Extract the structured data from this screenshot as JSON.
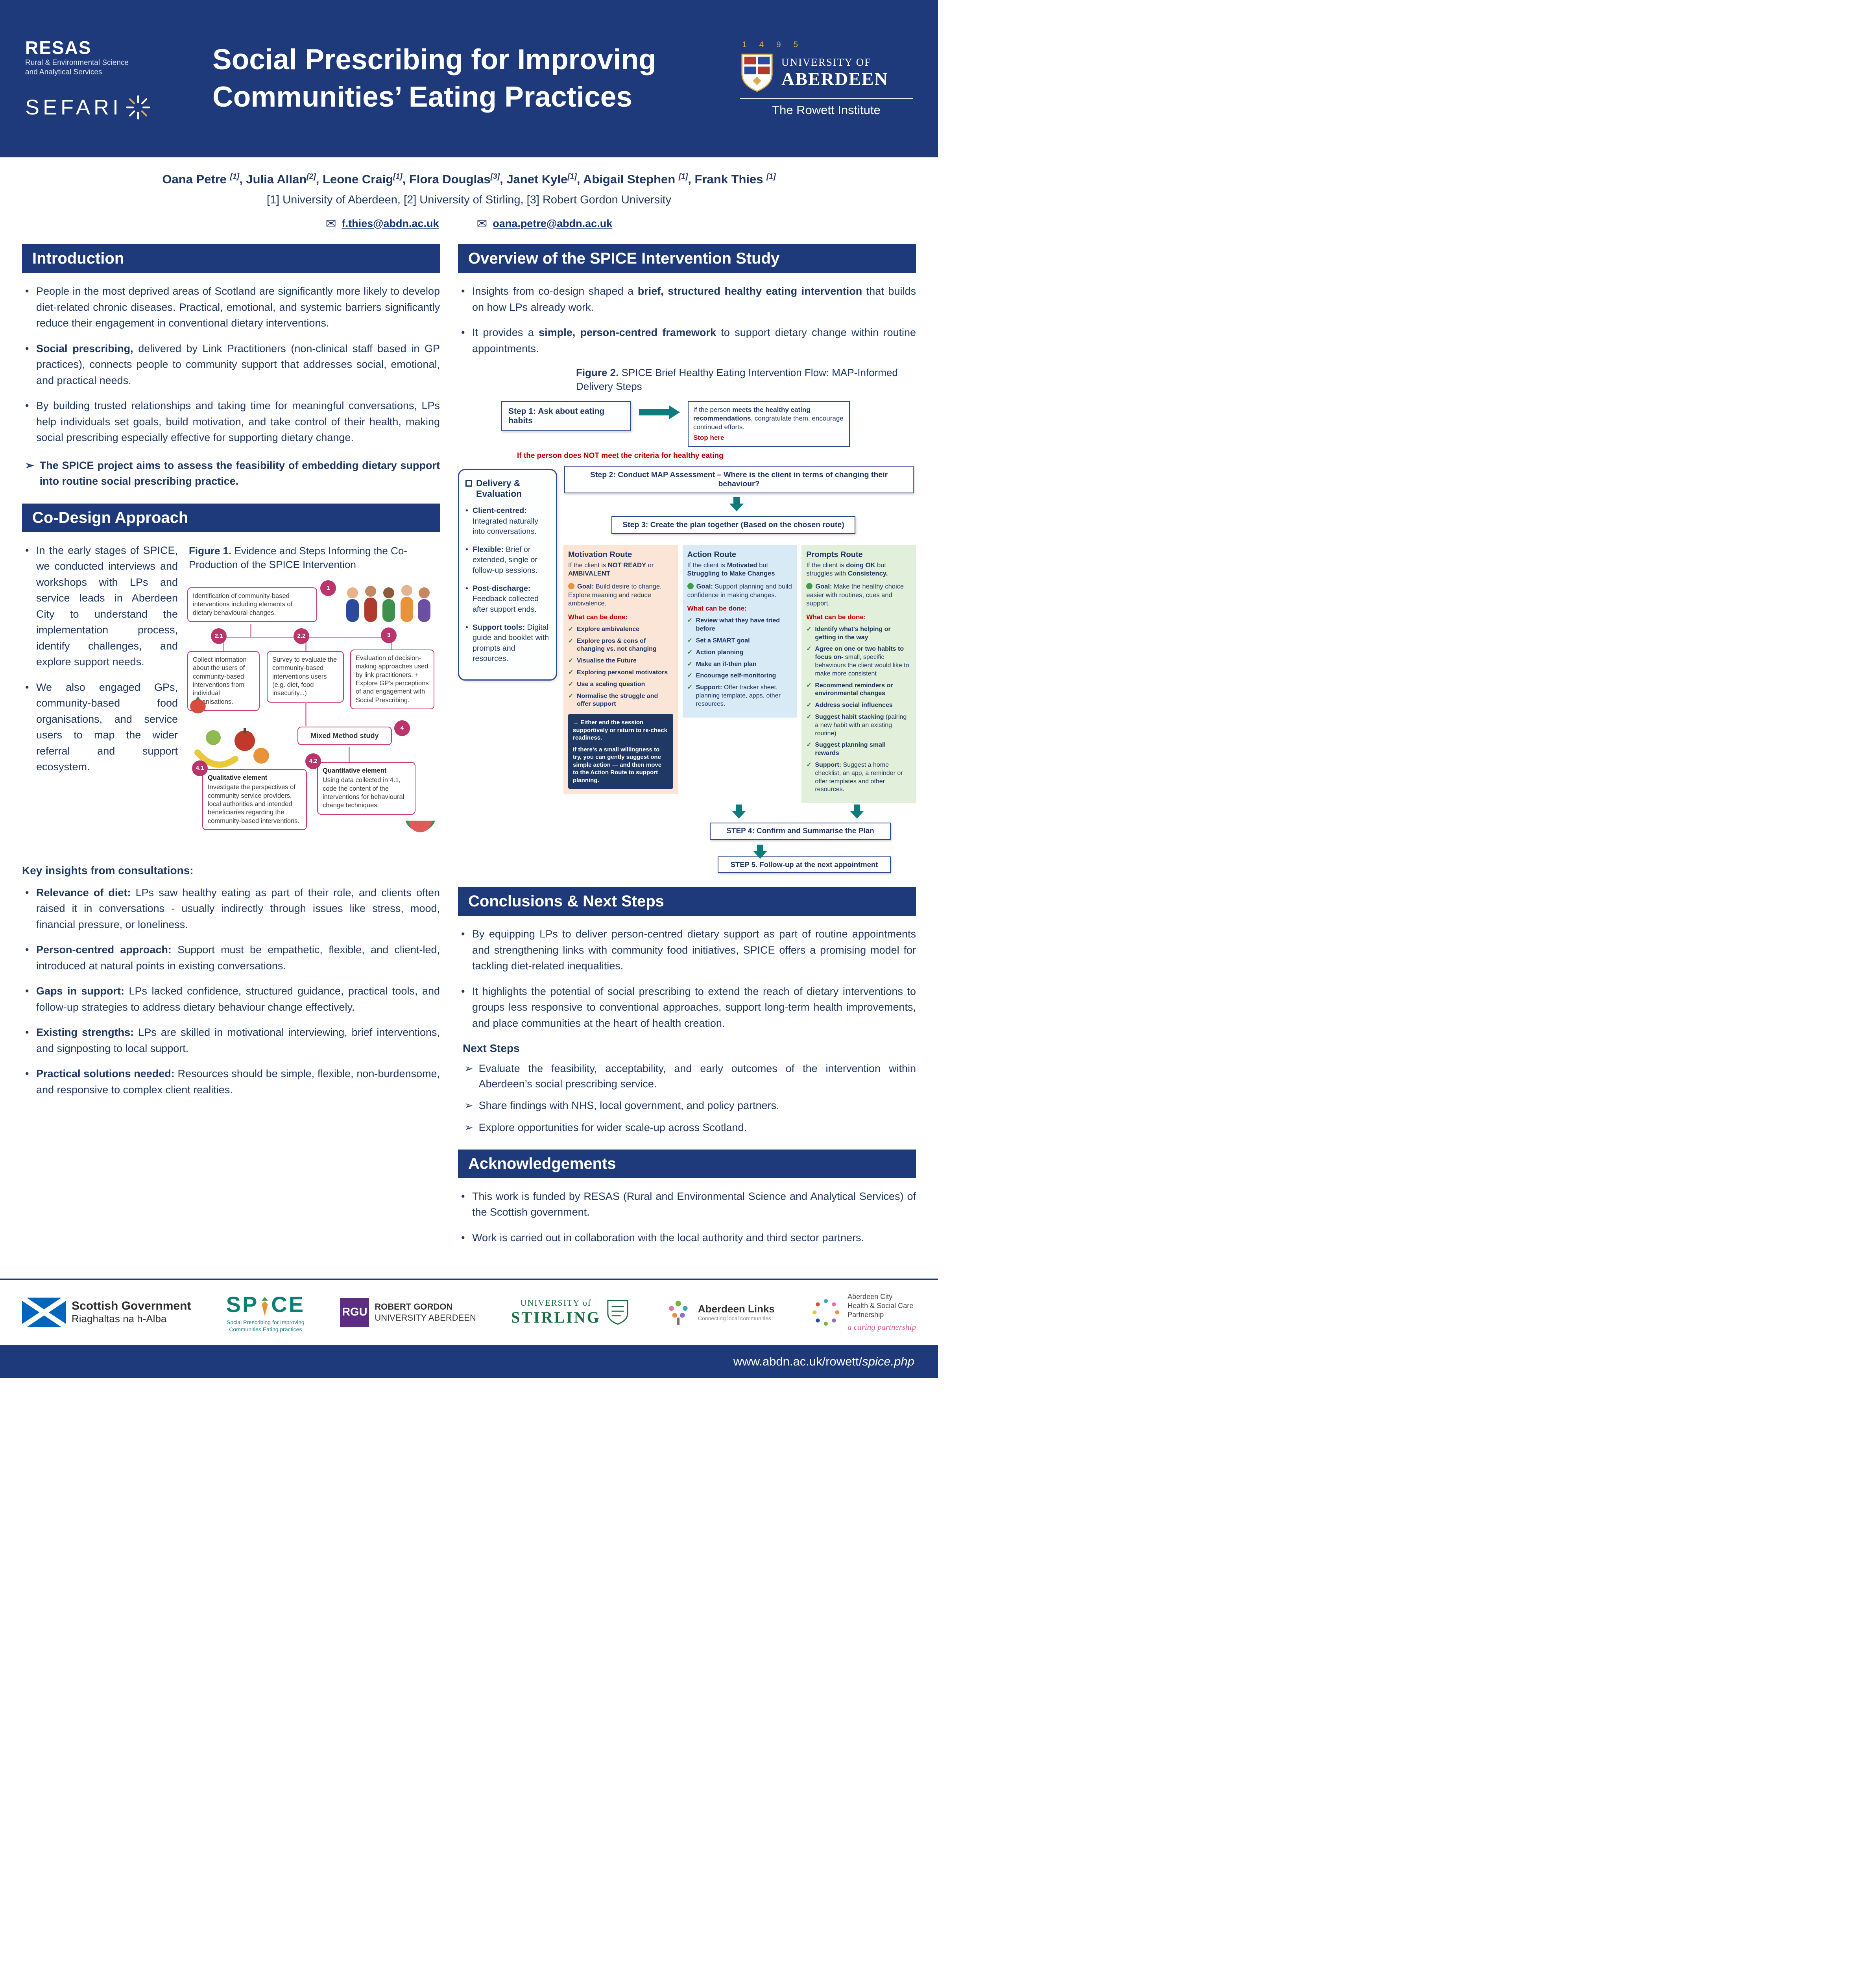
{
  "colors": {
    "navy": "#1e3a7b",
    "text_navy": "#1f3864",
    "teal_arrow": "#0f7b7c",
    "alert_red": "#c00000",
    "motivation_bg": "#fbe5d6",
    "action_bg": "#d9eaf7",
    "prompts_bg": "#e2efda",
    "figure1_pink": "#cf3a6a",
    "gold": "#d9a94d"
  },
  "icons": {
    "arrow_bullet": "➢",
    "envelope": "✉"
  },
  "header": {
    "resas_name": "RESAS",
    "resas_sub1": "Rural & Environmental Science",
    "resas_sub2": "and Analytical Services",
    "sefari": "SEFARI",
    "title1": "Social Prescribing for Improving",
    "title2": "Communities’ Eating Practices",
    "uoa_year": "1 4 9 5",
    "uoa_line1": "UNIVERSITY OF",
    "uoa_line2": "ABERDEEN",
    "uoa_institute": "The Rowett Institute"
  },
  "authors": {
    "names": [
      {
        "name": "Oana Petre ",
        "sup": "[1]",
        "sep": ", "
      },
      {
        "name": "Julia Allan",
        "sup": "[2]",
        "sep": ", "
      },
      {
        "name": "Leone Craig",
        "sup": "[1]",
        "sep": ", "
      },
      {
        "name": "Flora Douglas",
        "sup": "[3]",
        "sep": ", "
      },
      {
        "name": "Janet Kyle",
        "sup": "[1]",
        "sep": ", "
      },
      {
        "name": "Abigail Stephen ",
        "sup": "[1]",
        "sep": ", "
      },
      {
        "name": "Frank Thies ",
        "sup": "[1]",
        "sep": ""
      }
    ],
    "affiliations": "[1] University of Aberdeen, [2] University of Stirling,  [3] Robert Gordon University",
    "email1": "f.thies@abdn.ac.uk",
    "email2": "oana.petre@abdn.ac.uk"
  },
  "intro": {
    "title": "Introduction",
    "bullets": [
      {
        "bold": "",
        "text": "People in the most deprived areas of Scotland are significantly more likely to develop diet-related chronic diseases. Practical, emotional, and systemic barriers significantly reduce their engagement in conventional dietary interventions."
      },
      {
        "bold": "Social prescribing,",
        "text": " delivered by Link Practitioners (non-clinical staff based in GP practices), connects people to community support that addresses social, emotional, and practical needs."
      },
      {
        "bold": "",
        "text": "By building trusted relationships and taking time for meaningful conversations, LPs help individuals set goals, build motivation, and take control of their health, making social prescribing especially effective for supporting dietary change."
      }
    ],
    "aim": "The SPICE project aims to assess the feasibility of embedding dietary support into routine social prescribing practice."
  },
  "codesign": {
    "title": "Co-Design Approach",
    "bullets": [
      "In the early stages of SPICE, we conducted interviews and workshops with LPs and service leads in Aberdeen City to understand the implementation process, identify challenges, and explore support needs.",
      "We also engaged GPs, community-based food organisations, and service users to map the wider referral and support ecosystem."
    ],
    "figure1": {
      "caption_bold": "Figure 1.",
      "caption_rest": " Evidence and Steps Informing the Co-Production of the SPICE Intervention",
      "node1_num": "1",
      "node1": "Identification of community-based interventions including elements of dietary behavioural changes.",
      "node21_num": "2.1",
      "node21": "Collect information about the users of community-based interventions from individual organisations.",
      "node22_num": "2.2",
      "node22": "Survey to evaluate the community-based interventions users (e.g. diet, food insecurity...)",
      "node3_num": "3",
      "node3": "Evaluation of decision-making approaches used by link practitioners. + Explore GP's perceptions of and engagement with Social Prescribing.",
      "node4_num": "4",
      "node4": "Mixed Method study",
      "node41_num": "4.1",
      "node41_title": "Qualitative element",
      "node41": "Investigate the perspectives of community service providers, local authorities and intended beneficiaries regarding the community-based interventions.",
      "node42_num": "4.2",
      "node42_title": "Quantitative element",
      "node42": "Using data collected in 4.1, code the content of the interventions for behavioural change techniques."
    },
    "insights_title": "Key insights from consultations:",
    "insights": [
      {
        "bold": "Relevance of diet:",
        "text": " LPs saw healthy eating as part of their role, and clients often raised it in conversations - usually indirectly through issues like stress, mood, financial pressure, or loneliness."
      },
      {
        "bold": "Person-centred approach:",
        "text": " Support must be empathetic, flexible, and client-led, introduced at natural points in existing conversations."
      },
      {
        "bold": "Gaps in support:",
        "text": " LPs lacked confidence, structured guidance, practical tools, and follow-up strategies to address dietary behaviour change effectively."
      },
      {
        "bold": "Existing strengths:",
        "text": " LPs are skilled in motivational interviewing, brief interventions, and signposting to local support."
      },
      {
        "bold": "Practical solutions needed:",
        "text": " Resources should be simple, flexible, non-burdensome, and responsive to complex client realities."
      }
    ]
  },
  "overview": {
    "title": "Overview of the SPICE Intervention Study",
    "bullets": [
      {
        "pre": "Insights from co-design shaped a ",
        "bold": "brief, structured healthy eating intervention",
        "post": " that builds on how LPs already work."
      },
      {
        "pre": "It provides a ",
        "bold": "simple, person-centred framework",
        "post": " to support dietary change within routine appointments."
      }
    ]
  },
  "figure2": {
    "caption_bold": "Figure 2.",
    "caption_rest": " SPICE Brief Healthy Eating Intervention Flow: MAP-Informed Delivery Steps",
    "step1": "Step 1:  Ask about eating habits",
    "meets_pre": "If the person ",
    "meets_bold": "meets the healthy eating recommendations",
    "meets_post": ", congratulate them, encourage continued efforts.",
    "stop": "Stop here",
    "not_meet": "If the person does NOT meet the criteria for healthy eating",
    "step2": "Step 2: Conduct MAP Assessment – Where is the client in terms of changing their behaviour?",
    "step3": "Step 3: Create the plan together (Based on the chosen route)",
    "step4": "STEP 4: Confirm and Summarise the Plan",
    "step5": "STEP 5. Follow-up at the next appointment",
    "delivery": {
      "title1": "Delivery &",
      "title2": "Evaluation",
      "items": [
        {
          "bold": "Client-centred:",
          "text": " Integrated naturally into conversations."
        },
        {
          "bold": "Flexible:",
          "text": " Brief or extended, single or follow-up sessions."
        },
        {
          "bold": "Post-discharge:",
          "text": " Feedback collected after support ends."
        },
        {
          "bold": "Support tools:",
          "text": " Digital guide and booklet with prompts and resources."
        }
      ]
    },
    "routes": [
      {
        "title": "Motivation Route",
        "cond_pre": "If the client is ",
        "cond_b1": "NOT READY",
        "cond_mid": " or ",
        "cond_b2": "AMBIVALENT",
        "goal_label": "Goal:",
        "goal_text": " Build desire to change. Explore meaning and reduce ambivalence.",
        "what": "What can be done:",
        "items": [
          {
            "b": "Explore ambivalence",
            "t": ""
          },
          {
            "b": "Explore pros & cons of changing vs. not changing",
            "t": ""
          },
          {
            "b": "Visualise the Future",
            "t": ""
          },
          {
            "b": "Exploring personal motivators",
            "t": ""
          },
          {
            "b": "Use a scaling question",
            "t": ""
          },
          {
            "b": "Normalise the struggle and offer support",
            "t": ""
          }
        ],
        "footer1": "→ Either end the session supportively or return to re-check readiness.",
        "footer2": "If there's a small willingness to try, you can gently suggest one simple action — and then move to the Action Route to support planning."
      },
      {
        "title": "Action Route",
        "cond_pre": "If the client is ",
        "cond_b1": "Motivated",
        "cond_mid": " but ",
        "cond_b2": "Struggling to Make Changes",
        "goal_label": "Goal:",
        "goal_text": " Support planning and build confidence in making changes.",
        "what": "What can be done:",
        "items": [
          {
            "b": "Review what they have tried before",
            "t": ""
          },
          {
            "b": "Set a SMART goal",
            "t": ""
          },
          {
            "b": "Action planning",
            "t": ""
          },
          {
            "b": "Make an if-then plan",
            "t": ""
          },
          {
            "b": "Encourage self-monitoring",
            "t": ""
          },
          {
            "b": "Support:",
            "t": " Offer tracker sheet, planning template, apps, other resources."
          }
        ]
      },
      {
        "title": "Prompts Route",
        "cond_pre": "If the client is ",
        "cond_b1": "doing OK",
        "cond_mid": " but struggles with ",
        "cond_b2": "Consistency.",
        "goal_label": "Goal:",
        "goal_text": " Make the healthy choice easier with routines, cues and support.",
        "what": "What can be done:",
        "items": [
          {
            "b": "Identify what's helping or getting in the way",
            "t": ""
          },
          {
            "b": "Agree on one or two habits to focus on-",
            "t": " small, specific behaviours the client would like to make more consistent"
          },
          {
            "b": "Recommend reminders or environmental changes",
            "t": ""
          },
          {
            "b": "Address social influences",
            "t": ""
          },
          {
            "b": "Suggest habit stacking",
            "t": " (pairing a new habit with an existing routine)"
          },
          {
            "b": "Suggest planning small rewards",
            "t": ""
          },
          {
            "b": "Support:",
            "t": " Suggest a home checklist, an app, a reminder or offer templates and other resources."
          }
        ]
      }
    ]
  },
  "conclusions": {
    "title": "Conclusions & Next Steps",
    "bullets": [
      "By equipping LPs to deliver person-centred dietary support as part of routine appointments and strengthening links with community food initiatives, SPICE offers a promising model for tackling diet-related inequalities.",
      "It highlights the potential of social prescribing to extend the reach of dietary interventions to groups less responsive to conventional approaches, support long-term health improvements, and place communities at the heart of health creation."
    ],
    "next_title": "Next Steps",
    "next": [
      "Evaluate the feasibility, acceptability, and early outcomes of the intervention within Aberdeen’s social prescribing service.",
      "Share findings with NHS, local government, and policy partners.",
      "Explore opportunities for wider scale-up across Scotland."
    ]
  },
  "acknowledgements": {
    "title": "Acknowledgements",
    "bullets": [
      "This work is funded by RESAS (Rural and Environmental Science and Analytical Services) of the Scottish government.",
      "Work is carried out in collaboration with the local authority and third sector partners."
    ]
  },
  "footer": {
    "scotgov_line1": "Scottish Government",
    "scotgov_line2": "Riaghaltas na h-Alba",
    "spice_left": "SP",
    "spice_right": "CE",
    "spice_sub1": "Social Prescribing for Improving",
    "spice_sub2": "Communities Eating practices",
    "rgu_abbr": "RGU",
    "rgu_line1": "ROBERT GORDON",
    "rgu_line2": "UNIVERSITY ABERDEEN",
    "stirling_line1": "UNIVERSITY of",
    "stirling_line2": "STIRLING",
    "links_name": "Aberdeen Links",
    "links_sub": "Connecting local communities",
    "achscp_line1": "Aberdeen City",
    "achscp_line2": "Health & Social Care",
    "achscp_line3": "Partnership",
    "achscp_script": "a caring partnership",
    "url_pre": "www.abdn.ac.uk/rowett/",
    "url_italic": "spice.php"
  }
}
